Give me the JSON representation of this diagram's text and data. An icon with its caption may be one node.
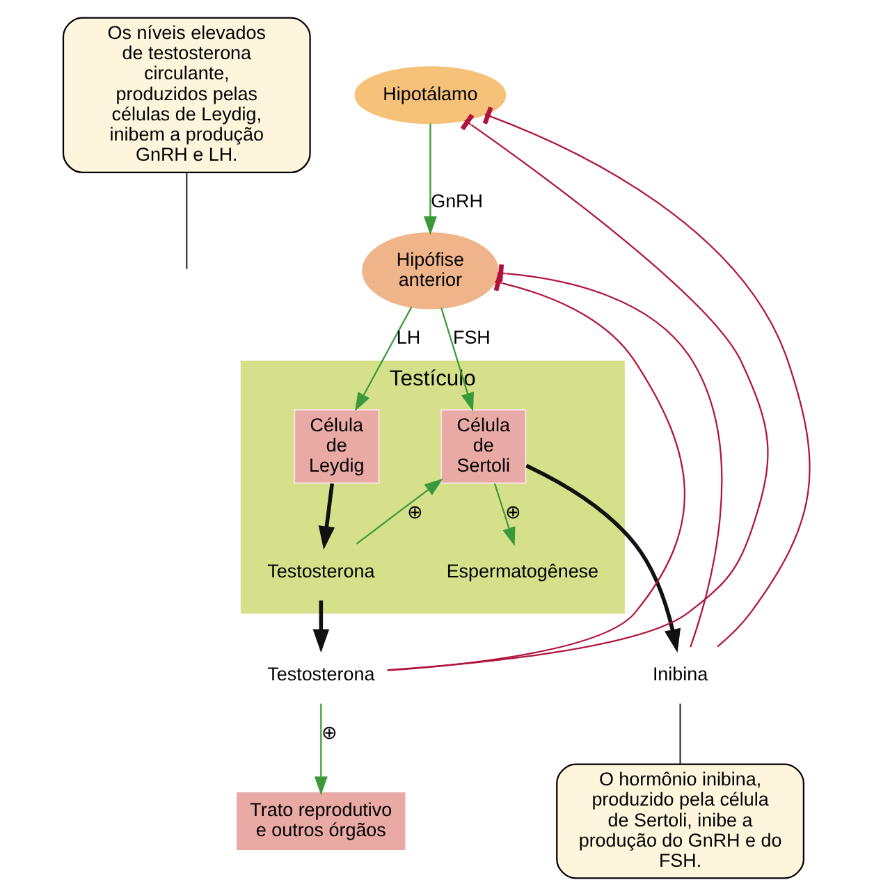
{
  "diagram": {
    "nodes": [
      {
        "text": [
          "Os níveis elevados de testosterona circulante, produzidos pelas células de Leydig, inibem a produção GnRH e LH."
        ]
      },
      {
        "text": [
          "Hipotálamo"
        ]
      },
      {
        "text": [
          "Hipófise anterior"
        ]
      },
      {
        "text": [
          "Testículo"
        ]
      },
      {
        "text": [
          "Célula de Leydig"
        ],
        "in": 3
      },
      {
        "text": [
          "Célula de Sertoli"
        ],
        "in": 3
      },
      {
        "text": [
          "Testosterona"
        ],
        "in": 3
      },
      {
        "text": [
          "Espermatogênese"
        ],
        "in": 3
      },
      {
        "text": [
          "Testosterona"
        ]
      },
      {
        "text": [
          "Inibina"
        ]
      },
      {
        "text": [
          "Trato reprodutivo e outros órgãos"
        ]
      },
      {
        "text": [
          "O hormônio inibina, produzido pela célula de Sertoli, inibe a produção do GnRH e do FSH."
        ]
      }
    ],
    "edges": [
      {
        "from": 1,
        "to": 2,
        "arrow": "to",
        "label": "GnRH",
        "color": "#3a9a3a"
      },
      {
        "from": 2,
        "to": 4,
        "arrow": "to",
        "label": "LH",
        "color": "#3a9a3a"
      },
      {
        "from": 2,
        "to": 5,
        "arrow": "to",
        "label": "FSH",
        "color": "#3a9a3a"
      },
      {
        "from": 4,
        "to": 6,
        "arrow": "to",
        "style": "thick",
        "color": "#111111"
      },
      {
        "from": 6,
        "to": 5,
        "arrow": "to",
        "label": "⊕",
        "color": "#3a9a3a"
      },
      {
        "from": 5,
        "to": 7,
        "arrow": "to",
        "label": "⊕",
        "color": "#3a9a3a"
      },
      {
        "from": 5,
        "to": 9,
        "arrow": "to",
        "style": "thick",
        "color": "#111111"
      },
      {
        "from": 6,
        "to": 8,
        "arrow": "to",
        "style": "thick",
        "color": "#111111"
      },
      {
        "from": 8,
        "to": 10,
        "arrow": "to",
        "label": "⊕",
        "color": "#3a9a3a"
      },
      {
        "from": 8,
        "to": 1,
        "arrow": "other",
        "color": "#b0143c"
      },
      {
        "from": 8,
        "to": 2,
        "arrow": "other",
        "color": "#b0143c"
      },
      {
        "from": 9,
        "to": 1,
        "arrow": "other",
        "color": "#b0143c"
      },
      {
        "from": 9,
        "to": 2,
        "arrow": "other",
        "color": "#b0143c"
      },
      {
        "from": 0,
        "to": null,
        "arrow": "none",
        "color": "#333333"
      },
      {
        "from": 11,
        "to": 9,
        "arrow": "none",
        "color": "#333333"
      }
    ]
  }
}
